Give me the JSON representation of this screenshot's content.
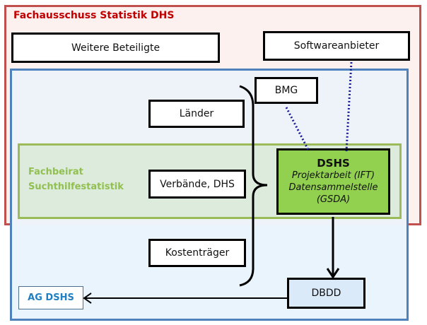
{
  "groups": {
    "fachausschuss": {
      "label": "Fachausschuss Statistik DHS",
      "color": "#c0504d"
    },
    "fachbeirat": {
      "label_line1": "Fachbeirat",
      "label_line2": "Suchthilfestatistik",
      "color": "#9bbb59"
    },
    "ag_dshs_frame": {
      "color": "#4f81bd"
    }
  },
  "nodes": {
    "weitere_beteiligte": "Weitere Beteiligte",
    "softwareanbieter": "Softwareanbieter",
    "bmg": "BMG",
    "laender": "Länder",
    "verbaende": "Verbände, DHS",
    "kostentraeger": "Kostenträger",
    "dshs": {
      "title": "DSHS",
      "line1": "Projektarbeit (IFT)",
      "line2": "Datensammelstelle",
      "line3": "(GSDA)"
    },
    "dbdd": "DBDD",
    "ag_dshs": "AG DSHS"
  },
  "edges": [
    {
      "from": "BMG",
      "to": "DSHS",
      "style": "dotted"
    },
    {
      "from": "Softwareanbieter",
      "to": "DSHS",
      "style": "dotted"
    },
    {
      "from": "Länder / Verbände, DHS / Kostenträger",
      "to": "DSHS",
      "style": "brace"
    },
    {
      "from": "DSHS",
      "to": "DBDD",
      "style": "arrow"
    },
    {
      "from": "DBDD",
      "to": "AG DSHS",
      "style": "arrow"
    }
  ]
}
